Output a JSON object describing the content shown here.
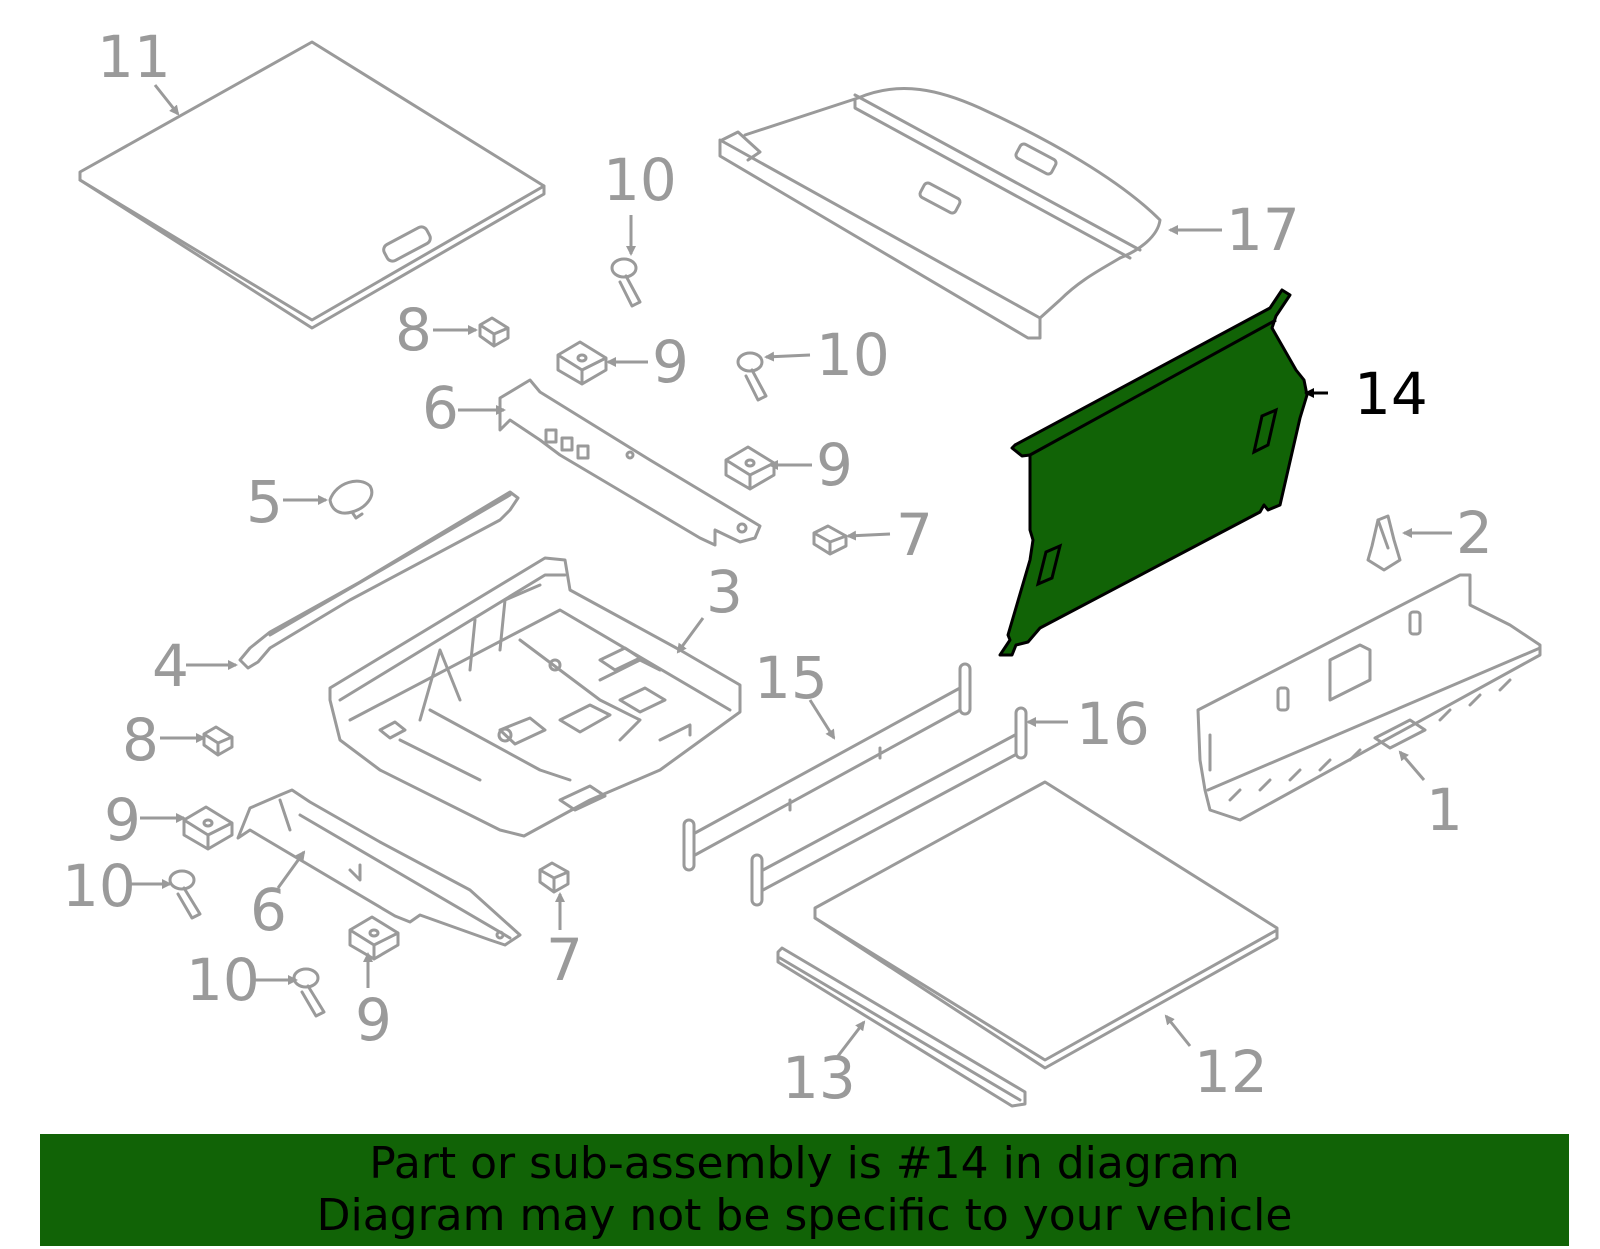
{
  "diagram": {
    "highlight_color": "#116306",
    "part_color": "#9a9a9a",
    "callouts": {
      "c1": "1",
      "c2": "2",
      "c3": "3",
      "c4": "4",
      "c5": "5",
      "c6a": "6",
      "c6b": "6",
      "c7a": "7",
      "c7b": "7",
      "c8a": "8",
      "c8b": "8",
      "c9a": "9",
      "c9b": "9",
      "c9c": "9",
      "c9d": "9",
      "c10a": "10",
      "c10b": "10",
      "c10c": "10",
      "c10d": "10",
      "c11": "11",
      "c12": "12",
      "c13": "13",
      "c14": "14",
      "c15": "15",
      "c16": "16",
      "c17": "17"
    }
  },
  "banner": {
    "line1": "Part or sub-assembly is #14 in diagram",
    "line2": "Diagram may not be specific to your vehicle",
    "background": "#116306"
  }
}
